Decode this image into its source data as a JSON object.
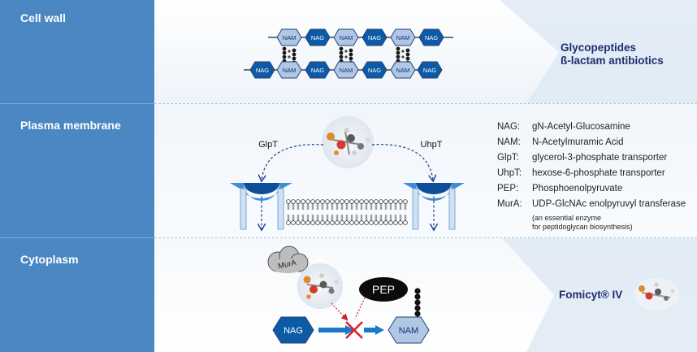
{
  "sections": {
    "cell_wall": "Cell wall",
    "plasma_membrane": "Plasma membrane",
    "cytoplasm": "Cytoplasm"
  },
  "cell_wall": {
    "top_row": [
      "NAM",
      "NAG",
      "NAM",
      "NAG",
      "NAM",
      "NAG"
    ],
    "bottom_row": [
      "NAG",
      "NAM",
      "NAG",
      "NAM",
      "NAG",
      "NAM",
      "NAG"
    ],
    "right_line1": "Glycopeptides",
    "right_line2": "ß-lactam antibiotics"
  },
  "membrane": {
    "left_transporter": "GlpT",
    "right_transporter": "UhpT"
  },
  "legend": [
    {
      "key": "NAG:",
      "value": "gN-Acetyl-Glucosamine"
    },
    {
      "key": "NAM:",
      "value": "N-Acetylmuramic Acid"
    },
    {
      "key": "GlpT:",
      "value": "glycerol-3-phosphate transporter"
    },
    {
      "key": "UhpT:",
      "value": "hexose-6-phosphate transporter"
    },
    {
      "key": "PEP:",
      "value": "Phosphoenolpyruvate"
    },
    {
      "key": "MurA:",
      "value": "UDP-GlcNAc enolpyruvyl transferase"
    }
  ],
  "legend_note1": "(an essential enzyme",
  "legend_note2": "for peptidoglycan biosynthesis)",
  "cytoplasm": {
    "enzyme": "MurA",
    "pep": "PEP",
    "nag": "NAG",
    "nam": "NAM",
    "product": "Fomicyt® IV"
  },
  "colors": {
    "sidebar": "#4a87c3",
    "hex_dark": "#0d5aa7",
    "hex_light": "#aec8e6",
    "title_text": "#1e2e6e",
    "inhibit": "#e0202a"
  }
}
